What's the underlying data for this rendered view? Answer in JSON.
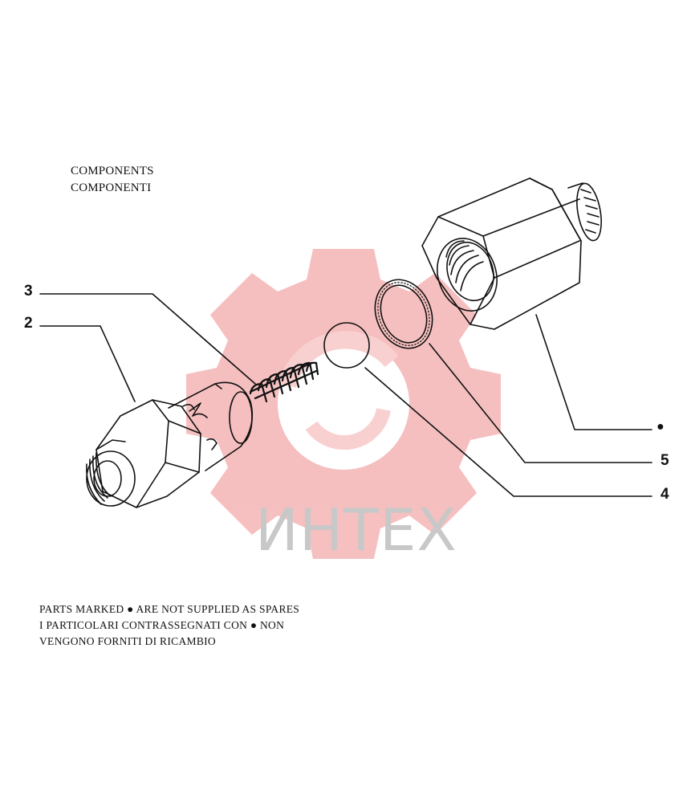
{
  "heading": {
    "line1": "COMPONENTS",
    "line2": "COMPONENTI"
  },
  "callouts": {
    "c3": "3",
    "c2": "2",
    "dot": "●",
    "c5": "5",
    "c4": "4"
  },
  "note": {
    "line1": "PARTS MARKED ● ARE NOT SUPPLIED AS SPARES",
    "line2": "I PARTICOLARI CONTRASSEGNATI CON ●  NON",
    "line3": "VENGONO FORNITI DI RICAMBIO"
  },
  "watermark": {
    "text": "ИНТЕХ",
    "gear_color": "#f5b5b5"
  }
}
